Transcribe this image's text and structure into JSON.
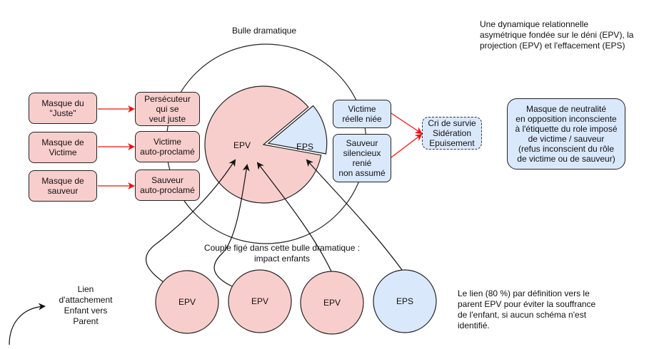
{
  "title": "Bulle dramatique",
  "description": "Une dynamique relationnelle\nasymétrique fondée sur le déni (EPV), la\nprojection (EPV) et l'effacement (EPS)",
  "masks": [
    {
      "label": "Masque du\n\"Juste\""
    },
    {
      "label": "Masque de\nVictime"
    },
    {
      "label": "Masque de\nsauveur"
    }
  ],
  "roles_epv": [
    {
      "label": "Persécuteur\nqui se\nveut juste"
    },
    {
      "label": "Victime\nauto-proclamé"
    },
    {
      "label": "Sauveur\nauto-proclamé"
    }
  ],
  "roles_eps": [
    {
      "label": "Victime\nréelle niée"
    },
    {
      "label": "Sauveur\nsilencieux\nrenié\nnon assumé"
    }
  ],
  "outcome": {
    "label": "Cri de survie\nSidération\nEpuisement"
  },
  "neutrality_mask": {
    "label": "Masque de neutralité\nen opposition inconsciente\nà l'étiquette du role imposé\nde victime / sauveur\n(refus inconscient du rôle\nde victime ou de sauveur)"
  },
  "pie": {
    "slices": [
      {
        "label": "EPV",
        "share": 0.86,
        "color": "#f8cecc"
      },
      {
        "label": "EPS",
        "share": 0.14,
        "color": "#dae8fc"
      }
    ]
  },
  "couple_caption": "Couple figé dans cette bulle dramatique :\nimpact enfants",
  "children": [
    {
      "label": "EPV",
      "color": "#f8cecc"
    },
    {
      "label": "EPV",
      "color": "#f8cecc"
    },
    {
      "label": "EPV",
      "color": "#f8cecc"
    },
    {
      "label": "EPS",
      "color": "#dae8fc"
    }
  ],
  "legend": {
    "label": "Lien\nd'attachement\nEnfant vers\nParent"
  },
  "note": "Le lien (80 %) par définition vers le\nparent EPV pour éviter la souffrance\nde l'enfant, si aucun schéma n'est\nidentifié.",
  "colors": {
    "arrow_red": "#ee1111",
    "pink": "#f8cecc",
    "blue": "#dae8fc",
    "stroke": "#222222"
  }
}
